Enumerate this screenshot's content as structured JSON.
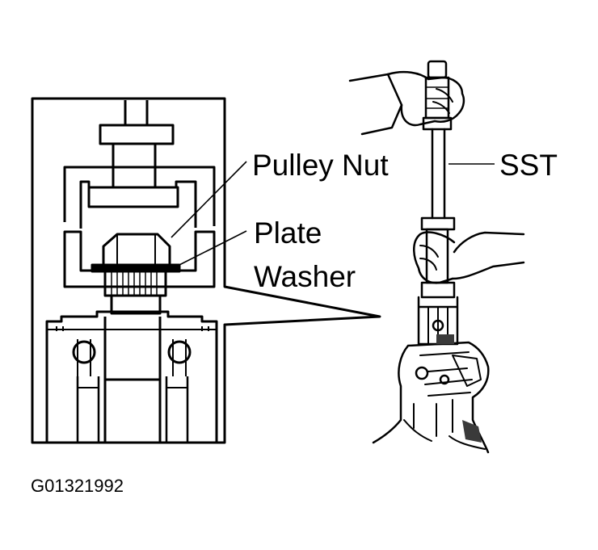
{
  "labels": {
    "pulley_nut": "Pulley Nut",
    "plate": "Plate",
    "washer": "Washer",
    "sst": "SST",
    "figure_id": "G01321992"
  },
  "colors": {
    "ink": "#000000",
    "paper": "#ffffff",
    "shade": "#3a3a3a"
  }
}
